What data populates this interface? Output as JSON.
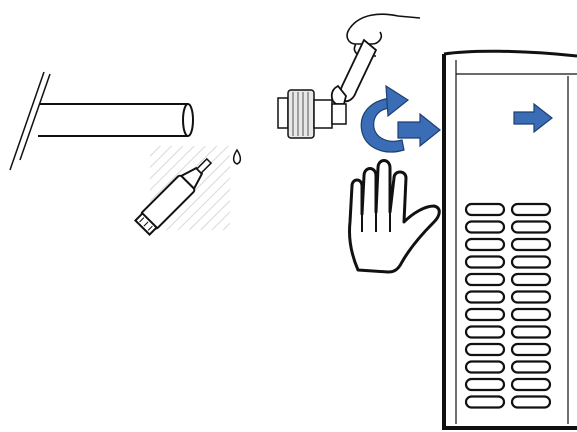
{
  "diagram": {
    "description_items": [
      "pipe",
      "sealant-tube",
      "wrench-hand",
      "pipe-union-fitting",
      "rotation-arrow",
      "direction-arrow",
      "stop-hand",
      "heat-pump-unit"
    ],
    "colors": {
      "line": "#111111",
      "arrow_fill": "#3a6db5",
      "arrow_stroke": "#1d3f73",
      "hatch": "#cfcfcf",
      "fitting_fill": "#e8e8e8"
    },
    "vent_rows": 12,
    "vent_columns": 2
  }
}
